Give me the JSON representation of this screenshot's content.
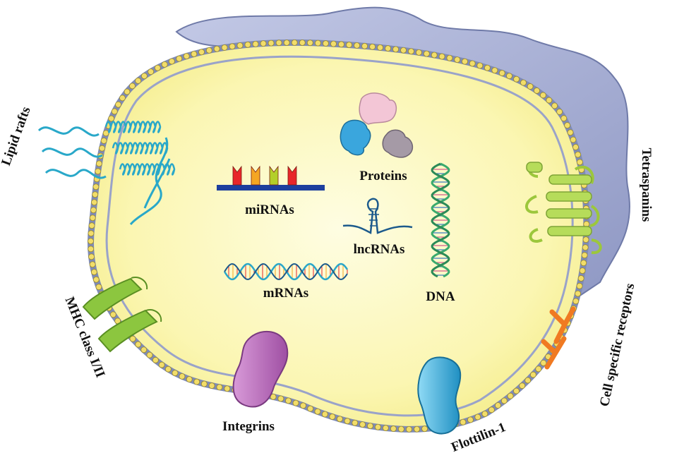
{
  "labels": {
    "lipid_rafts": "Lipid rafts",
    "mirnas": "miRNAs",
    "proteins": "Proteins",
    "lncrnas": "lncRNAs",
    "dna": "DNA",
    "mrnas": "mRNAs",
    "tetraspanins": "Tetraspanins",
    "cell_specific_receptors": "Cell specific receptors",
    "mhc_class": "MHC class I/II",
    "integrins": "Integrins",
    "flottilin": "Flottilin-1"
  },
  "colors": {
    "vesicle_fill": "#fbf6a8",
    "membrane": "#8e9bbf",
    "lipid_head": "#f2dd6a",
    "blue_sheath": "#aab3d8",
    "lipid_raft_helix": "#29a8c9",
    "tetraspanin": "#b6dc5a",
    "mhc": "#8cc63f",
    "integrin": "#c278c2",
    "flottilin": "#38b3e0",
    "receptor": "#f07a22",
    "mirna_base": "#1d3f9e",
    "mirna_colors": [
      "#e8262a",
      "#f5a623",
      "#b3cf2a",
      "#e8262a"
    ],
    "protein_pink": "#f3c6d6",
    "protein_blue": "#3aa6dd",
    "protein_grey": "#a59aa6",
    "dna_green": "#3aaa6d",
    "lncrna": "#1c5a8c"
  }
}
